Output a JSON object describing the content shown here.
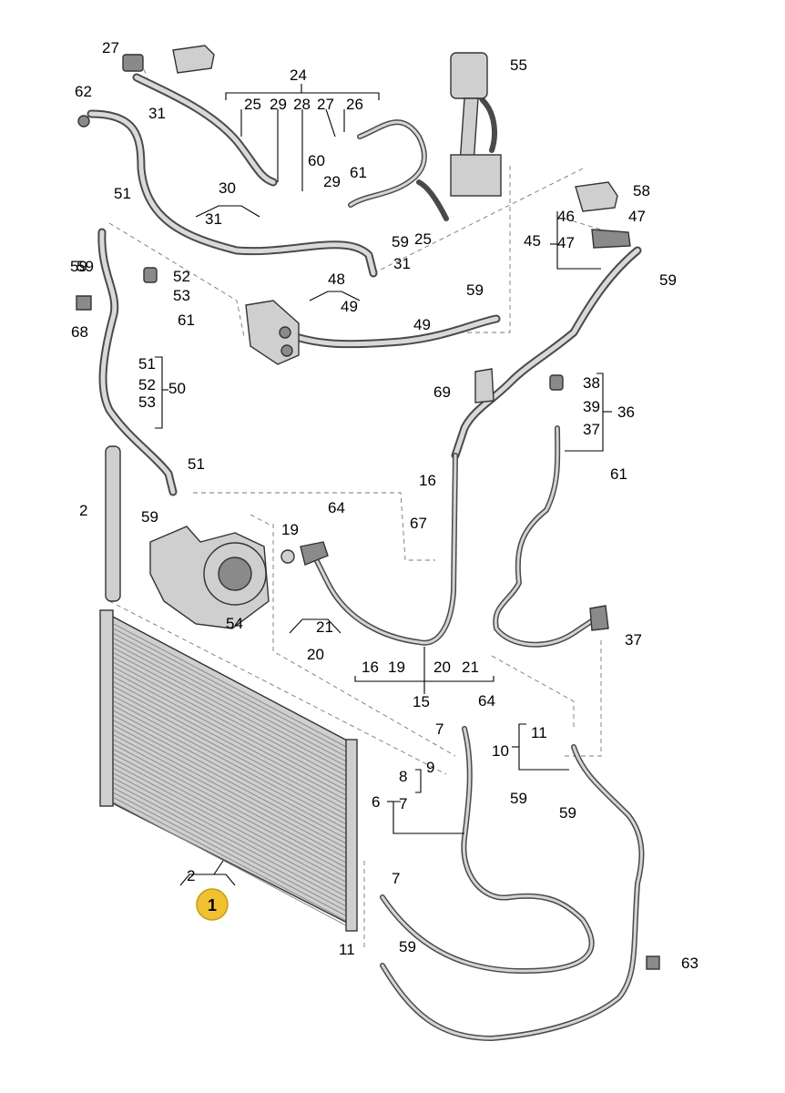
{
  "callouts": [
    {
      "id": "c27a",
      "text": "27"
    },
    {
      "id": "c62",
      "text": "62"
    },
    {
      "id": "c31a",
      "text": "31"
    },
    {
      "id": "c24",
      "text": "24"
    },
    {
      "id": "c25a",
      "text": "25"
    },
    {
      "id": "c29a",
      "text": "29"
    },
    {
      "id": "c28",
      "text": "28"
    },
    {
      "id": "c27b",
      "text": "27"
    },
    {
      "id": "c26",
      "text": "26"
    },
    {
      "id": "c55",
      "text": "55"
    },
    {
      "id": "c60",
      "text": "60"
    },
    {
      "id": "c61a",
      "text": "61"
    },
    {
      "id": "c29b",
      "text": "29"
    },
    {
      "id": "c30",
      "text": "30"
    },
    {
      "id": "c31b",
      "text": "31"
    },
    {
      "id": "c51a",
      "text": "51"
    },
    {
      "id": "c59a",
      "text": "59"
    },
    {
      "id": "c59b",
      "text": "59"
    },
    {
      "id": "c25b",
      "text": "25"
    },
    {
      "id": "c31c",
      "text": "31"
    },
    {
      "id": "c58",
      "text": "58"
    },
    {
      "id": "c46",
      "text": "46"
    },
    {
      "id": "c47a",
      "text": "47"
    },
    {
      "id": "c45",
      "text": "45"
    },
    {
      "id": "c47b",
      "text": "47"
    },
    {
      "id": "c59c",
      "text": "59"
    },
    {
      "id": "c59d",
      "text": "59"
    },
    {
      "id": "c52a",
      "text": "52"
    },
    {
      "id": "c53a",
      "text": "53"
    },
    {
      "id": "c61b",
      "text": "61"
    },
    {
      "id": "c68",
      "text": "68"
    },
    {
      "id": "c48",
      "text": "48"
    },
    {
      "id": "c49a",
      "text": "49"
    },
    {
      "id": "c59e",
      "text": "59"
    },
    {
      "id": "c49b",
      "text": "49"
    },
    {
      "id": "c51b",
      "text": "51"
    },
    {
      "id": "c52b",
      "text": "52"
    },
    {
      "id": "c53b",
      "text": "53"
    },
    {
      "id": "c50",
      "text": "50"
    },
    {
      "id": "c69",
      "text": "69"
    },
    {
      "id": "c38",
      "text": "38"
    },
    {
      "id": "c39",
      "text": "39"
    },
    {
      "id": "c36",
      "text": "36"
    },
    {
      "id": "c37a",
      "text": "37"
    },
    {
      "id": "c51c",
      "text": "51"
    },
    {
      "id": "c16a",
      "text": "16"
    },
    {
      "id": "c61c",
      "text": "61"
    },
    {
      "id": "c2a",
      "text": "2"
    },
    {
      "id": "c59f",
      "text": "59"
    },
    {
      "id": "c19a",
      "text": "19"
    },
    {
      "id": "c64a",
      "text": "64"
    },
    {
      "id": "c67",
      "text": "67"
    },
    {
      "id": "c54",
      "text": "54"
    },
    {
      "id": "c21a",
      "text": "21"
    },
    {
      "id": "c20a",
      "text": "20"
    },
    {
      "id": "c16b",
      "text": "16"
    },
    {
      "id": "c19b",
      "text": "19"
    },
    {
      "id": "c20b",
      "text": "20"
    },
    {
      "id": "c21b",
      "text": "21"
    },
    {
      "id": "c15",
      "text": "15"
    },
    {
      "id": "c37b",
      "text": "37"
    },
    {
      "id": "c64b",
      "text": "64"
    },
    {
      "id": "c7a",
      "text": "7"
    },
    {
      "id": "c11a",
      "text": "11"
    },
    {
      "id": "c10",
      "text": "10"
    },
    {
      "id": "c9",
      "text": "9"
    },
    {
      "id": "c8",
      "text": "8"
    },
    {
      "id": "c6",
      "text": "6"
    },
    {
      "id": "c7b",
      "text": "7"
    },
    {
      "id": "c59g",
      "text": "59"
    },
    {
      "id": "c59h",
      "text": "59"
    },
    {
      "id": "c2b",
      "text": "2"
    },
    {
      "id": "c7c",
      "text": "7"
    },
    {
      "id": "c59i",
      "text": "59"
    },
    {
      "id": "c11b",
      "text": "11"
    },
    {
      "id": "c63",
      "text": "63"
    }
  ],
  "highlight": {
    "text": "1",
    "color": "#f2c12e"
  }
}
